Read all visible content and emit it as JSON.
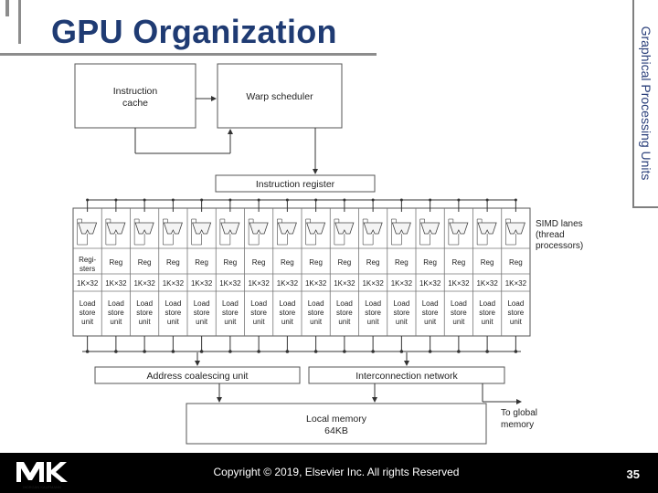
{
  "slide": {
    "title": "GPU Organization",
    "side_label": "Graphical Processing Units",
    "copyright": "Copyright © 2019, Elsevier Inc. All rights Reserved",
    "page_number": "35",
    "logo_text": "MORGAN KAUFMANN"
  },
  "diagram": {
    "instruction_cache": [
      "Instruction",
      "cache"
    ],
    "warp_scheduler": "Warp scheduler",
    "instruction_register": "Instruction register",
    "simd_label": [
      "SIMD lanes",
      "(thread",
      "processors)"
    ],
    "first_reg_label": [
      "Regi-",
      "sters"
    ],
    "reg_label": "Reg",
    "reg_size": "1K×32",
    "lsu_label": [
      "Load",
      "store",
      "unit"
    ],
    "address_coalescing": "Address coalescing unit",
    "interconnect": "Interconnection network",
    "local_memory": [
      "Local memory",
      "64KB"
    ],
    "global_memory": [
      "To global",
      "memory"
    ],
    "lane_count": 16
  }
}
